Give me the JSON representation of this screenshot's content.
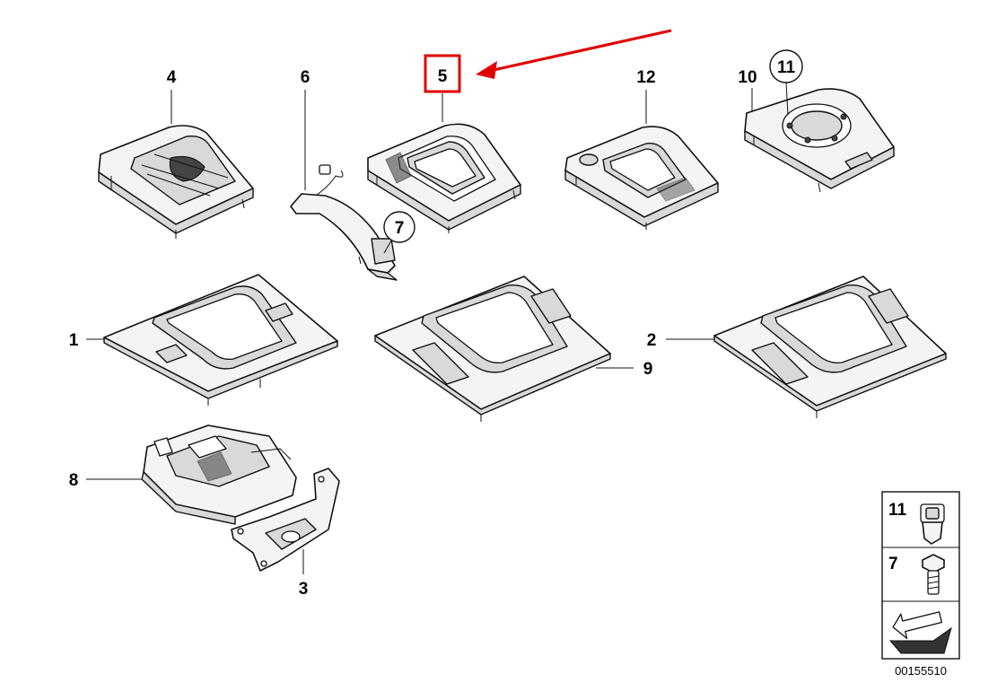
{
  "callouts": {
    "c1": "1",
    "c2": "2",
    "c3": "3",
    "c4": "4",
    "c5": "5",
    "c6": "6",
    "c7": "7",
    "c8": "8",
    "c9": "9",
    "c10": "10",
    "c11": "11",
    "c12": "12"
  },
  "legend": {
    "row1": "11",
    "row2": "7"
  },
  "reference_number": "00155510",
  "colors": {
    "highlight_box": "#e00000",
    "arrow": "#e00000",
    "ink": "#111111"
  }
}
